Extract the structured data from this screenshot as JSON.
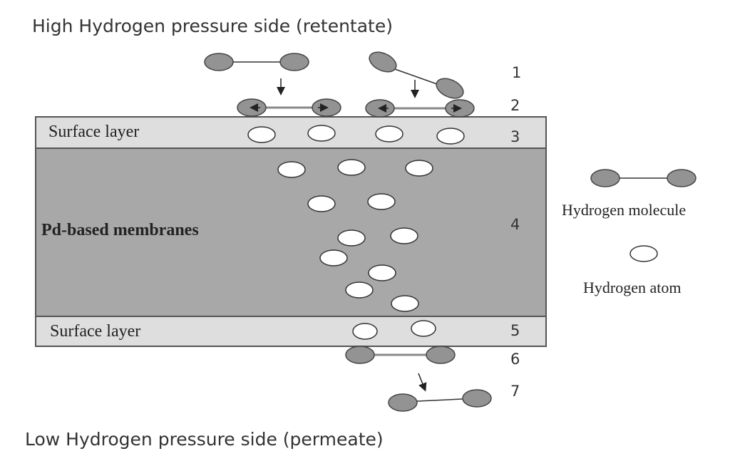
{
  "diagram": {
    "top_label": "High Hydrogen pressure side (retentate)",
    "bottom_label": "Low Hydrogen pressure side (permeate)",
    "layers": {
      "top_surface": "Surface layer",
      "membrane": "Pd-based membranes",
      "bottom_surface": "Surface layer"
    },
    "steps": [
      "1",
      "2",
      "3",
      "4",
      "5",
      "6",
      "7"
    ],
    "legend": {
      "molecule_label": "Hydrogen molecule",
      "atom_label": "Hydrogen atom"
    },
    "colors": {
      "surface_layer": "#dedede",
      "membrane": "#a8a8a8",
      "molecule": "#939393",
      "atom": "#ffffff"
    }
  }
}
